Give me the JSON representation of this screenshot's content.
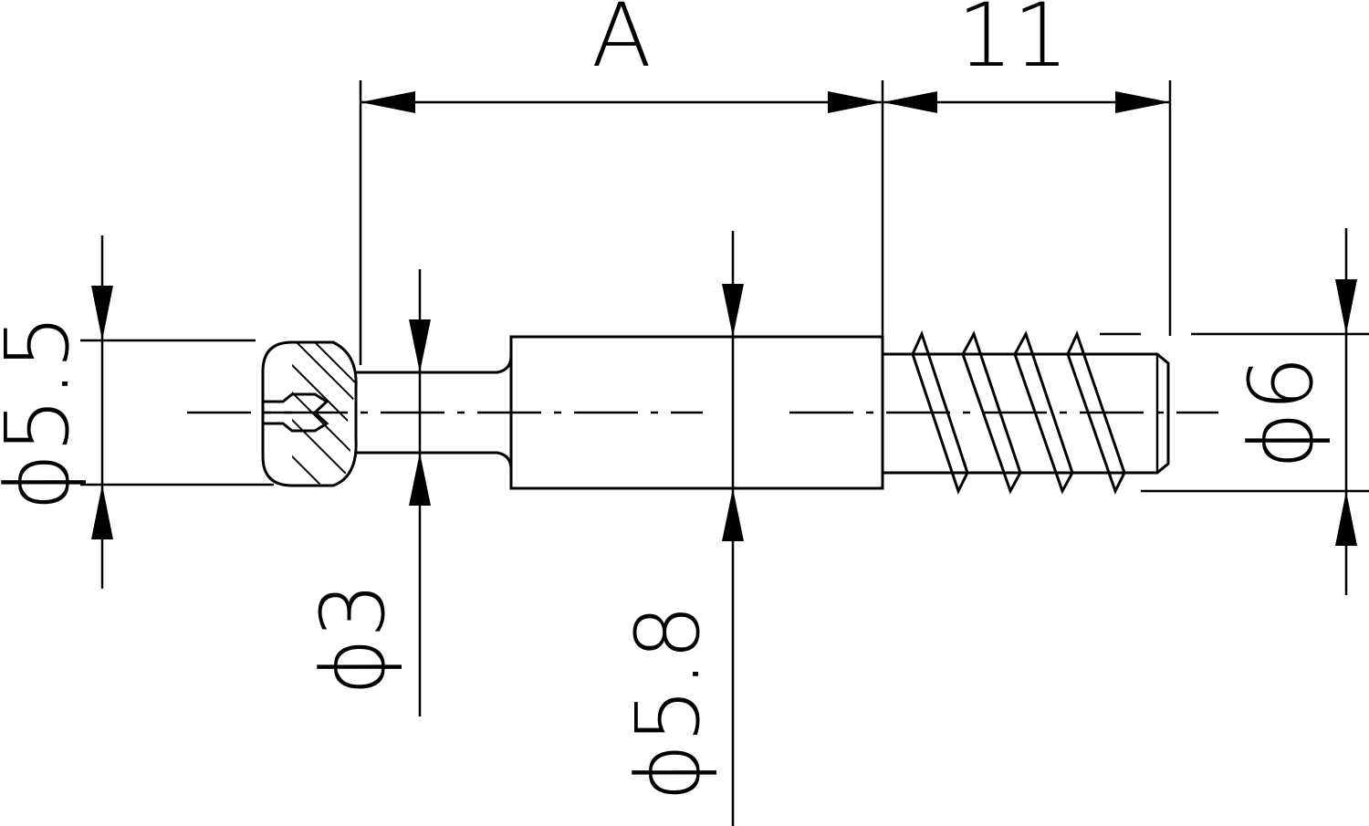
{
  "labels": {
    "dim_length_A": "A",
    "dim_thread_length": "11",
    "dim_head_diameter": "ϕ5.5",
    "dim_neck_diameter": "ϕ3",
    "dim_body_diameter": "ϕ5.8",
    "dim_thread_diameter": "ϕ6"
  },
  "colors": {
    "line": "#000000",
    "background": "#ffffff"
  }
}
